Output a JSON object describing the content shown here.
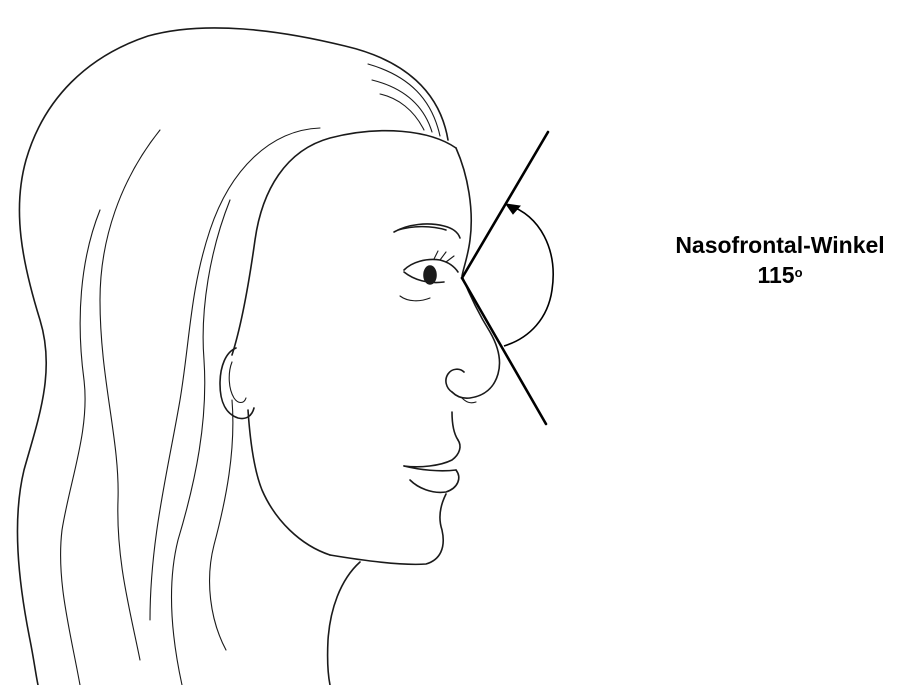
{
  "annotation": {
    "title": "Nasofrontal-Winkel",
    "angle_value": "115",
    "angle_unit": "o"
  }
}
